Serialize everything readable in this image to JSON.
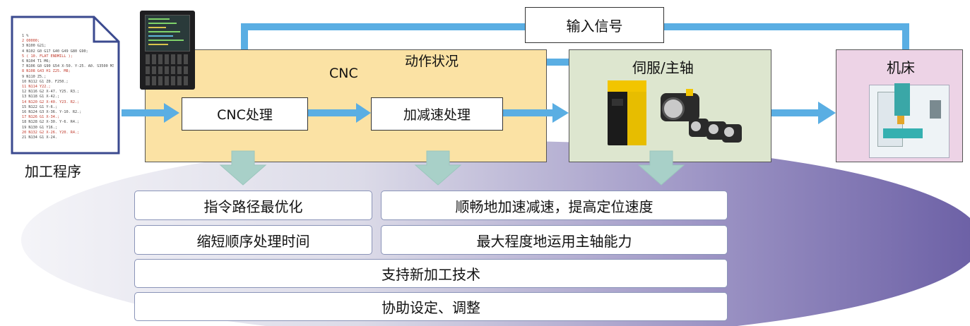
{
  "program": {
    "caption": "加工程序",
    "code_lines": [
      "1 %",
      "2 O0000;",
      "3 N100 G21;",
      "4 N102 G0 G17 G40 G49 G80 G90;",
      "5 ( 10. FLAT ENDMILL );",
      "6 N104 T1 M6;",
      "7 N106 G0 G90 G54 X-50. Y-25. A0. S3500 M3;",
      "8 N108 G43 H1 Z25. M8;",
      "9 N110 Z5.;",
      "10 N112 G1 Z0. F250.;",
      "11 N114 Y22.;",
      "12 N116 G2 X-47. Y25. R3.;",
      "13 N118 G1 X-42.;",
      "14 N120 G2 X-40. Y23. R2.;",
      "15 N122 G1 Y-6.;",
      "16 N124 G3 X-36. Y-10. R2.;",
      "17 N126 G1 X-34.;",
      "18 N128 G2 X-30. Y-6. R4.;",
      "19 N130 G1 Y16.;",
      "20 N132 G2 X-26. Y20. R4.;",
      "21 N134 G1 X-24."
    ]
  },
  "cnc": {
    "label": "CNC",
    "status_label": "动作状况",
    "processing_label": "CNC处理",
    "accel_label": "加减速处理"
  },
  "input_signal": {
    "label": "输入信号"
  },
  "servo": {
    "label": "伺服/主轴"
  },
  "machine": {
    "label": "机床"
  },
  "features": {
    "path_optimize": "指令路径最优化",
    "smooth_accel": "顺畅地加速减速，提高定位速度",
    "shorten_time": "缩短顺序处理时间",
    "spindle_use": "最大程度地运用主轴能力",
    "new_tech": "支持新加工技术",
    "assist_setup": "协助设定、调整"
  },
  "colors": {
    "arrow": "#5aaee3",
    "cnc_fill": "#fbe2a4",
    "servo_fill": "#dde6cf",
    "machine_fill": "#edd3e6",
    "down_arrow": "#a8d0c8",
    "ellipse_dark": "#6f64a8"
  }
}
